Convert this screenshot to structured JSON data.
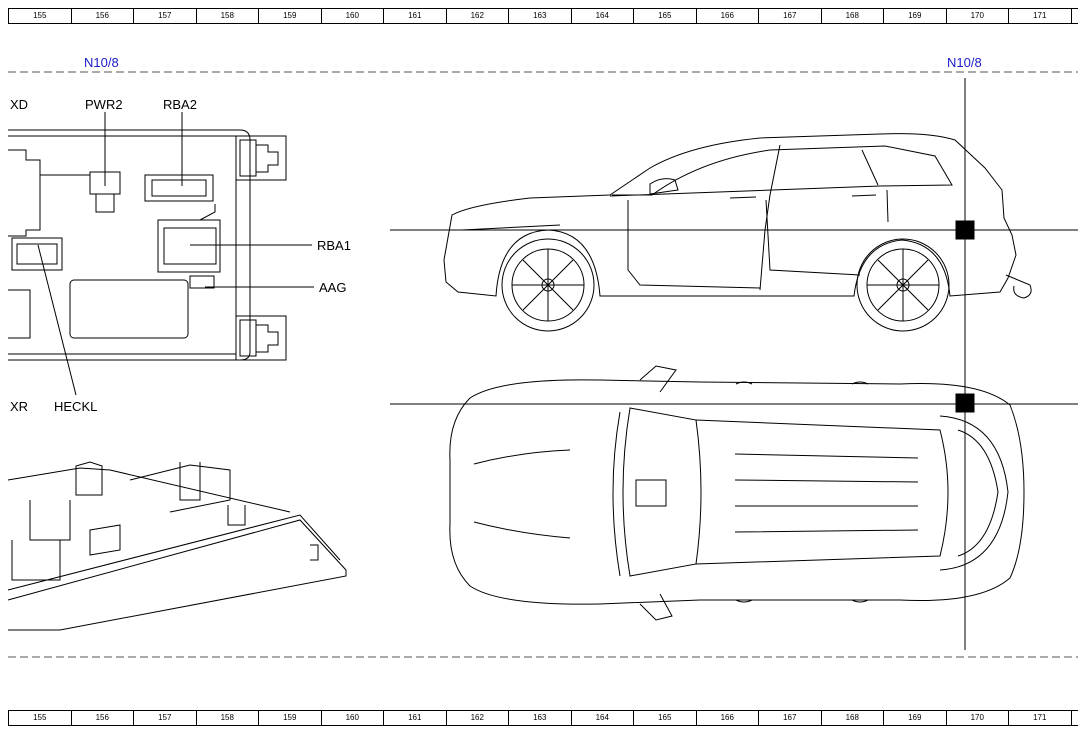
{
  "ruler": {
    "cells": [
      "155",
      "156",
      "157",
      "158",
      "159",
      "160",
      "161",
      "162",
      "163",
      "164",
      "165",
      "166",
      "167",
      "168",
      "169",
      "170",
      "171",
      ""
    ]
  },
  "module": {
    "id_left": "N10/8",
    "id_right": "N10/8"
  },
  "connectors": {
    "top_left_edge": "XD",
    "mid_left_edge": "XR",
    "pwr2": "PWR2",
    "rba2": "RBA2",
    "rba1": "RBA1",
    "aag": "AAG",
    "heckl": "HECKL"
  }
}
